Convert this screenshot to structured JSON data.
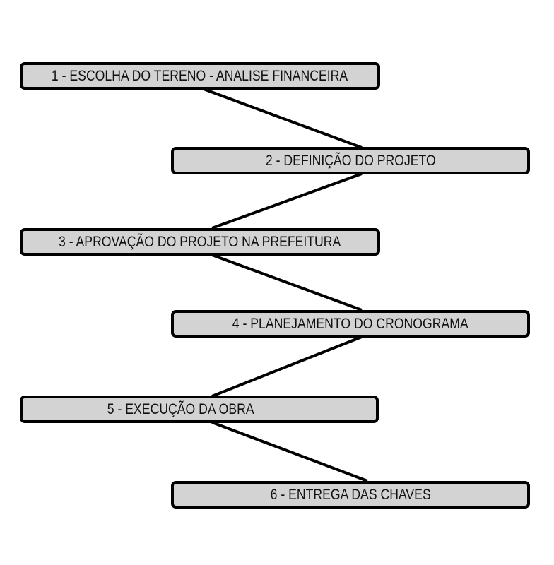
{
  "steps": [
    {
      "label": "1 - ESCOLHA DO TERENO - ANALISE FINANCEIRA"
    },
    {
      "label": "2 - DEFINIÇÃO DO PROJETO"
    },
    {
      "label": "3 - APROVAÇÃO DO PROJETO NA PREFEITURA"
    },
    {
      "label": "4 - PLANEJAMENTO DO CRONOGRAMA"
    },
    {
      "label": "5 - EXECUÇÃO DA OBRA"
    },
    {
      "label": "6 - ENTREGA DAS CHAVES"
    }
  ],
  "colors": {
    "box_fill": "#d3d3d3",
    "stroke": "#000000"
  }
}
